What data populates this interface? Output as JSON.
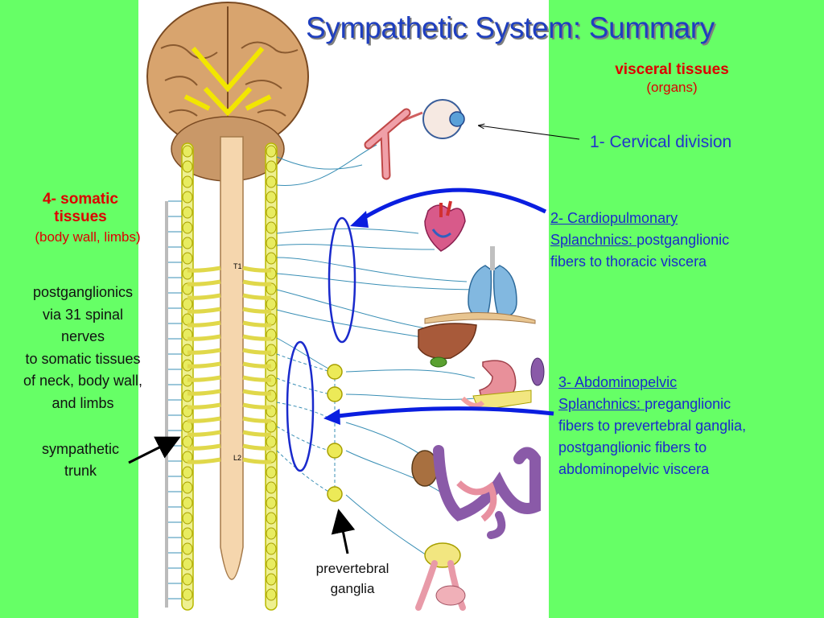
{
  "title": "Sympathetic System: Summary",
  "visceral": {
    "heading": "visceral tissues",
    "sub": "(organs)"
  },
  "cervical": "1- Cervical division",
  "cardio": {
    "line1": "2- Cardiopulmonary",
    "line2_u": "Splanchnics: ",
    "line2_rest": "postganglionic",
    "line3": "fibers to thoracic viscera"
  },
  "abdo": {
    "line1": "3- Abdominopelvic",
    "line2_u": "Splanchnics: ",
    "line2_rest": "preganglionic",
    "line3": "fibers to prevertebral ganglia,",
    "line4": "postganglionic fibers to",
    "line5": "abdominopelvic viscera"
  },
  "somatic": {
    "heading1": "4- somatic",
    "heading2": "tissues",
    "sub": "(body wall, limbs)"
  },
  "postganglionics": [
    "postganglionics",
    "via 31 spinal",
    "nerves",
    "to somatic tissues",
    "of neck, body wall,",
    "and limbs"
  ],
  "trunk": [
    "sympathetic",
    "trunk"
  ],
  "prevertebral": [
    "prevertebral",
    "ganglia"
  ],
  "labels": {
    "t1": "T1",
    "l2": "L2"
  },
  "colors": {
    "background": "#66ff66",
    "title": "#1f3fbf",
    "heading_red": "#dd0000",
    "blue_text": "#1a2acc",
    "arrow_blue": "#0a1ee0"
  }
}
